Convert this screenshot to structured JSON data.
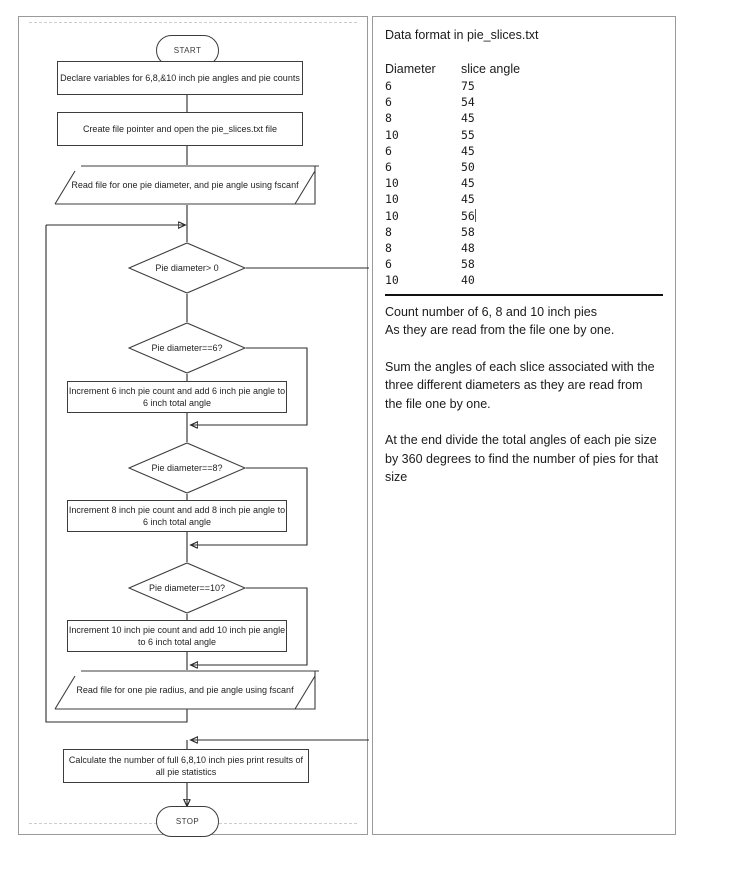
{
  "left_panel": {
    "name": "flowchart",
    "nodes": {
      "start": "START",
      "declare": "Declare variables for 6,8,&10 inch pie angles and pie counts",
      "create_file": "Create file pointer and open the pie_slices.txt file",
      "read_first": "Read file for one pie diameter, and pie angle using fscanf",
      "decide_gt0": "Pie diameter> 0",
      "decide_eq6": "Pie diameter==6?",
      "proc6": "Increment 6 inch pie count and add 6 inch pie angle to 6 inch total angle",
      "decide_eq8": "Pie diameter==8?",
      "proc8": "Increment 8 inch pie count and add 8 inch pie angle to 6 inch total angle",
      "decide_eq10": "Pie diameter==10?",
      "proc10": "Increment 10 inch pie count and add 10 inch pie angle to 6 inch total angle",
      "read_next": "Read file for one pie radius, and pie angle using fscanf",
      "calculate": "Calculate the number of full 6,8,10 inch pies print results of all pie statistics",
      "stop": "STOP"
    }
  },
  "right_panel": {
    "title": "Data format in pie_slices.txt",
    "table": {
      "headers": [
        "Diameter",
        "slice angle"
      ],
      "rows": [
        [
          "6",
          "75"
        ],
        [
          "6",
          "54"
        ],
        [
          "8",
          "45"
        ],
        [
          "10",
          "55"
        ],
        [
          "6",
          "45"
        ],
        [
          "6",
          "50"
        ],
        [
          "10",
          "45"
        ],
        [
          "10",
          "45"
        ],
        [
          "10",
          "56"
        ],
        [
          "8",
          "58"
        ],
        [
          "8",
          "48"
        ],
        [
          "6",
          "58"
        ],
        [
          "10",
          "40"
        ]
      ],
      "caret_row_index": 8
    },
    "notes": [
      "Count number of 6, 8 and 10 inch pies",
      "As they are read from the file one by one.",
      "Sum the angles of each slice associated with the three different diameters as they are read from the file one by one.",
      "At the end divide the total angles of each pie size by 360 degrees to find the number of pies for that size"
    ]
  },
  "colors": {
    "panel_border": "#9a9a9a",
    "shape_stroke": "#3d3d3d",
    "connector": "#2b2b2b",
    "text": "#1b1b1b",
    "divider": "#111111"
  }
}
